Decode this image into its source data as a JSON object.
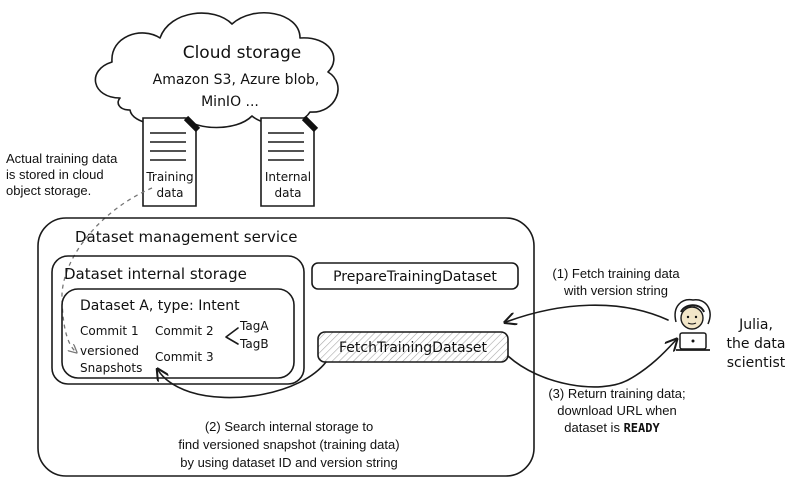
{
  "cloud": {
    "title": "Cloud storage",
    "line1": "Amazon S3, Azure blob,",
    "line2": "MinIO ..."
  },
  "docs": {
    "training": [
      "Training",
      "data"
    ],
    "internal": [
      "Internal",
      "data"
    ]
  },
  "note_left": [
    "Actual training data",
    "is stored in cloud",
    "object storage."
  ],
  "service": {
    "title": "Dataset management service",
    "internal_storage": "Dataset internal storage",
    "dataset_box": {
      "title": "Dataset A, type: Intent",
      "commit1": "Commit 1",
      "commit2": "Commit 2",
      "commit3": "Commit 3",
      "tag_a": "TagA",
      "tag_b": "TagB",
      "versioned": "versioned",
      "snapshots": "Snapshots"
    },
    "prepare_api": "PrepareTrainingDataset",
    "fetch_api": "FetchTrainingDataset"
  },
  "step1": [
    "(1) Fetch training data",
    "with version string"
  ],
  "step2": [
    "(2) Search internal storage to",
    "find versioned snapshot (training data)",
    "by using dataset ID and version string"
  ],
  "step3": {
    "line1": "(3) Return training data;",
    "line2": "download URL when",
    "line3_prefix": "dataset is ",
    "line3_ready": "READY"
  },
  "user": [
    "Julia,",
    "the data",
    "scientist"
  ],
  "colors": {
    "ink": "#1a1a1a",
    "hatch": "#9a9a9a",
    "face": "#f2e6c8",
    "paper": "#ffffff"
  }
}
